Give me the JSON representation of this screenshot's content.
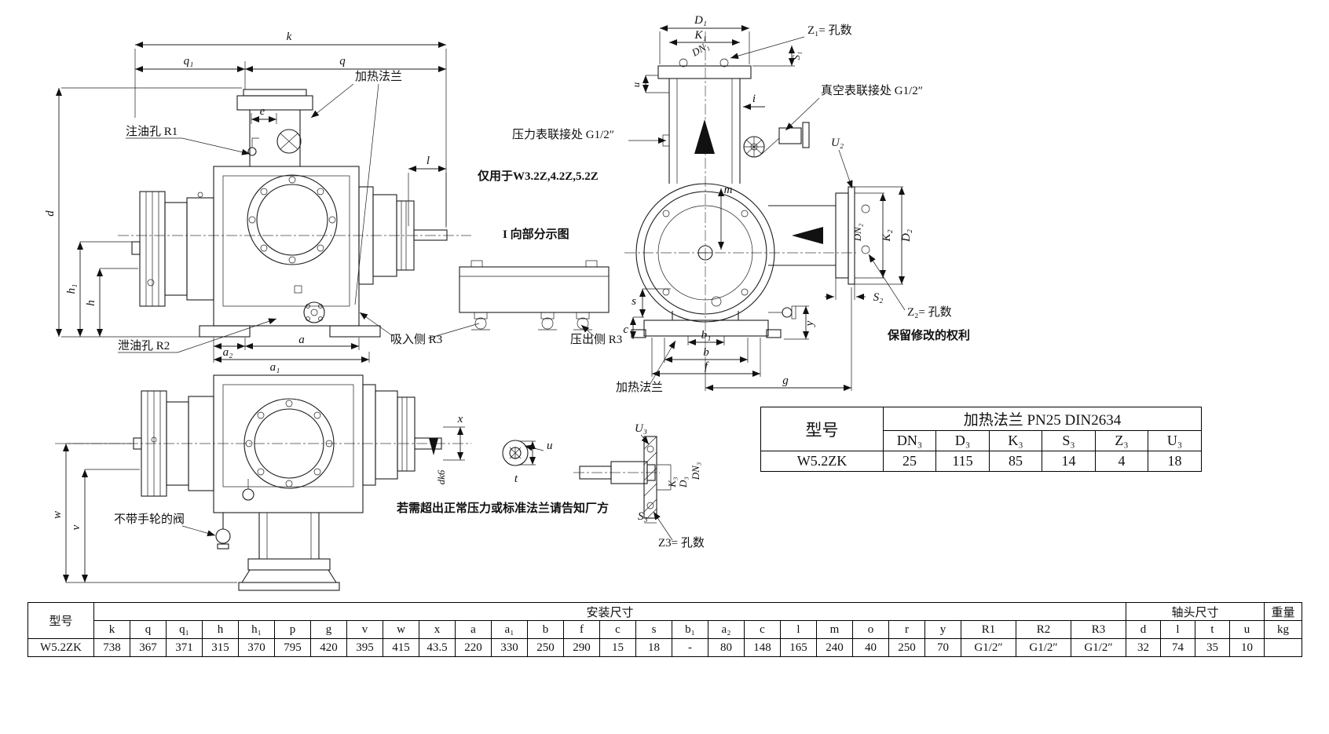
{
  "side_view_top": {
    "dims": {
      "k": "k",
      "q1": "q₁",
      "q": "q",
      "e": "e",
      "l": "l",
      "d": "d",
      "h1": "h₁",
      "h": "h",
      "a2": "a₂",
      "a": "a",
      "a1": "a₁"
    },
    "labels": {
      "oil_fill": "注油孔 R1",
      "heating_flange": "加热法兰",
      "oil_drain": "泄油孔 R2",
      "suction": "吸入侧 R3",
      "discharge": "压出侧 R3"
    }
  },
  "notes": {
    "only_for": "仅用于W3.2Z,4.2Z,5.2Z",
    "partial_view": "I 向部分示图",
    "over_pressure": "若需超出正常压力或标准法兰请告知厂方",
    "rights": "保留修改的权利"
  },
  "end_view": {
    "dims": {
      "D1": "D₁",
      "K1": "K₁",
      "S1": "S₁",
      "u": "u",
      "i": "i",
      "m": "m",
      "K2": "K₂",
      "D2": "D₂",
      "S2": "S₂",
      "s": "s",
      "c": "c",
      "b1": "b₁",
      "b": "b",
      "f": "f",
      "g": "g",
      "y": "y"
    },
    "labels": {
      "Z1": "Z₁= 孔数",
      "DN1": "DN₁",
      "U2": "U₂",
      "DN2": "DN₂",
      "Z2": "Z₂= 孔数",
      "vacuum": "真空表联接处 G1/2″",
      "pressure": "压力表联接处 G1/2″",
      "heating_flange": "加热法兰"
    }
  },
  "bottom_view": {
    "dims": {
      "w": "w",
      "v": "v",
      "x": "x",
      "dk6": "dk6",
      "t": "t",
      "u": "u"
    },
    "labels": {
      "valve": "不带手轮的阀"
    }
  },
  "flange_detail": {
    "labels": {
      "U3": "U₃",
      "DN3": "DN₃",
      "D3": "D₃",
      "K3": "K₃",
      "S3": "S₃",
      "Z3": "Z3= 孔数"
    }
  },
  "flange_table": {
    "model_header": "型号",
    "title": "加热法兰 PN25 DIN2634",
    "columns": [
      "DN₃",
      "D₃",
      "K₃",
      "S₃",
      "Z₃",
      "U₃"
    ],
    "row": {
      "model": "W5.2ZK",
      "values": [
        "25",
        "115",
        "85",
        "14",
        "4",
        "18"
      ]
    }
  },
  "main_table": {
    "model_header": "型号",
    "install_header": "安装尺寸",
    "shaft_header": "轴头尺寸",
    "weight_header": "重量",
    "weight_unit": "kg",
    "install_columns": [
      "k",
      "q",
      "q₁",
      "h",
      "h₁",
      "p",
      "g",
      "v",
      "w",
      "x",
      "a",
      "a₁",
      "b",
      "f",
      "c",
      "s",
      "b₁",
      "a₂",
      "c",
      "l",
      "m",
      "o",
      "r",
      "y",
      "R1",
      "R2",
      "R3"
    ],
    "shaft_columns": [
      "d",
      "l",
      "t",
      "u"
    ],
    "row": {
      "model": "W5.2ZK",
      "install_values": [
        "738",
        "367",
        "371",
        "315",
        "370",
        "795",
        "420",
        "395",
        "415",
        "43.5",
        "220",
        "330",
        "250",
        "290",
        "15",
        "18",
        "-",
        "80",
        "148",
        "165",
        "240",
        "40",
        "250",
        "70",
        "G1/2″",
        "G1/2″",
        "G1/2″"
      ],
      "shaft_values": [
        "32",
        "74",
        "35",
        "10"
      ],
      "weight": ""
    }
  }
}
